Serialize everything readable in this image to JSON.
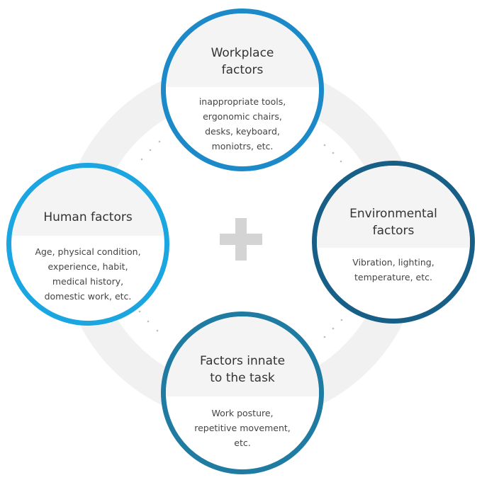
{
  "diagram": {
    "nodes": {
      "workplace": {
        "title": "Workplace\nfactors",
        "text": "inappropriate tools,\nergonomic chairs,\ndesks, keyboard,\nmoniotrs, etc."
      },
      "human": {
        "title": "Human factors",
        "text": "Age, physical condition,\nexperience, habit,\nmedical history,\ndomestic work, etc."
      },
      "environmental": {
        "title": "Environmental\nfactors",
        "text": "Vibration, lighting,\ntemperature, etc."
      },
      "task": {
        "title": "Factors innate\nto the task",
        "text": "Work posture,\nrepetitive movement,\netc."
      }
    },
    "center_symbol": "plus-icon",
    "colors": {
      "workplace": "#1c8ac8",
      "human": "#1ba6e2",
      "environmental": "#185f88",
      "task": "#1f7ba2",
      "ring": "#f1f1f1",
      "plus": "#d4d4d4"
    }
  }
}
